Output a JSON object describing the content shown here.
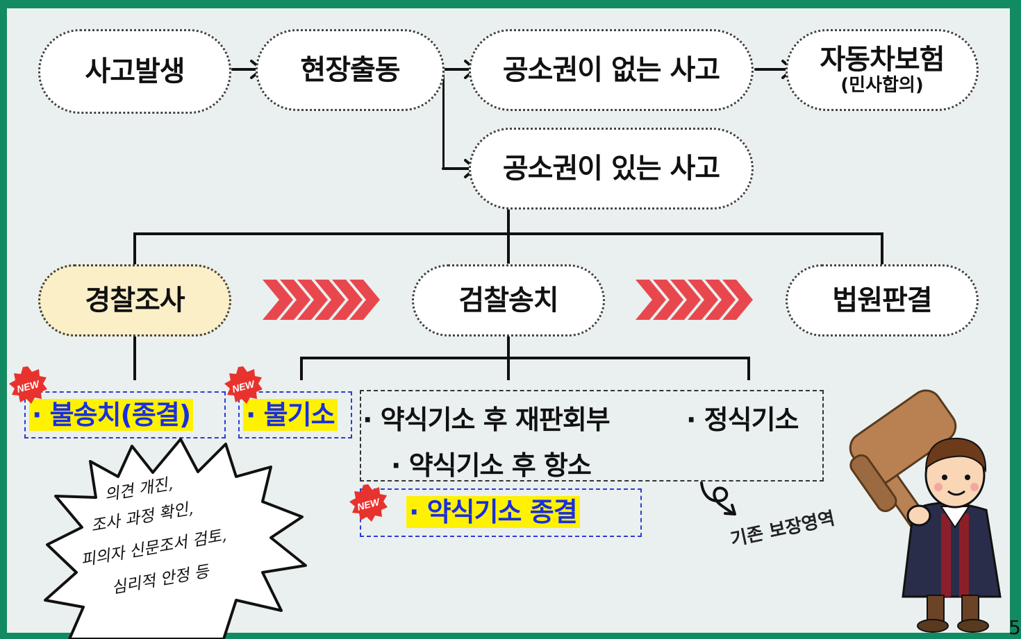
{
  "top_flow": {
    "accident": "사고발생",
    "dispatch": "현장출동",
    "no_prosecution": "공소권이 없는 사고",
    "insurance_main": "자동차보험",
    "insurance_sub": "(민사합의)",
    "prosecution": "공소권이 있는 사고"
  },
  "stages": {
    "police": "경찰조사",
    "prosecutor": "검찰송치",
    "court": "법원판결"
  },
  "outcomes": {
    "non_referral": "· 불송치(종결)",
    "non_indictment": "· 불기소",
    "summary_trial": "· 약식기소 후 재판회부",
    "formal": "· 정식기소",
    "summary_appeal": "· 약식기소 후 항소",
    "summary_end": "· 약식기소 종결"
  },
  "badge": "NEW",
  "note_lines": [
    "의견 개진,",
    "조사 과정 확인,",
    "피의자 신문조서 검토,",
    "심리적 안정 등"
  ],
  "coverage_label": "기존 보장영역",
  "page_number": "5",
  "colors": {
    "frame": "#128a62",
    "highlight": "#fff200",
    "new_badge": "#e8322e",
    "chevron": "#e8484d"
  }
}
